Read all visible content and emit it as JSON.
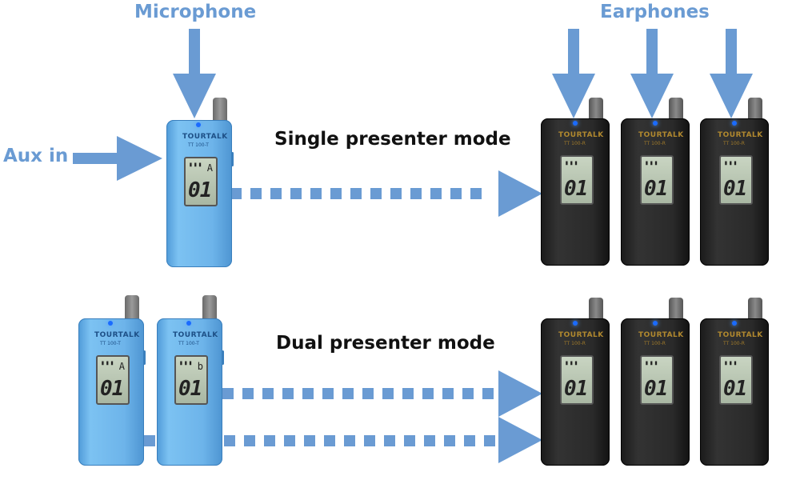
{
  "labels": {
    "microphone": "Microphone",
    "earphones": "Earphones",
    "aux_in": "Aux in",
    "single_mode": "Single presenter mode",
    "dual_mode": "Dual presenter mode"
  },
  "device": {
    "brand": "TOURTALK",
    "transmitter_model": "TT 100-T",
    "receiver_model": "TT 100-R",
    "channel_display": "01",
    "signal_bars": "▮▮▮",
    "transmitter_channels": [
      "A",
      "A",
      "b"
    ]
  },
  "colors": {
    "accent": "#6a9bd3",
    "transmitter_body": "#6db4ea",
    "receiver_body": "#2a2a2a"
  }
}
